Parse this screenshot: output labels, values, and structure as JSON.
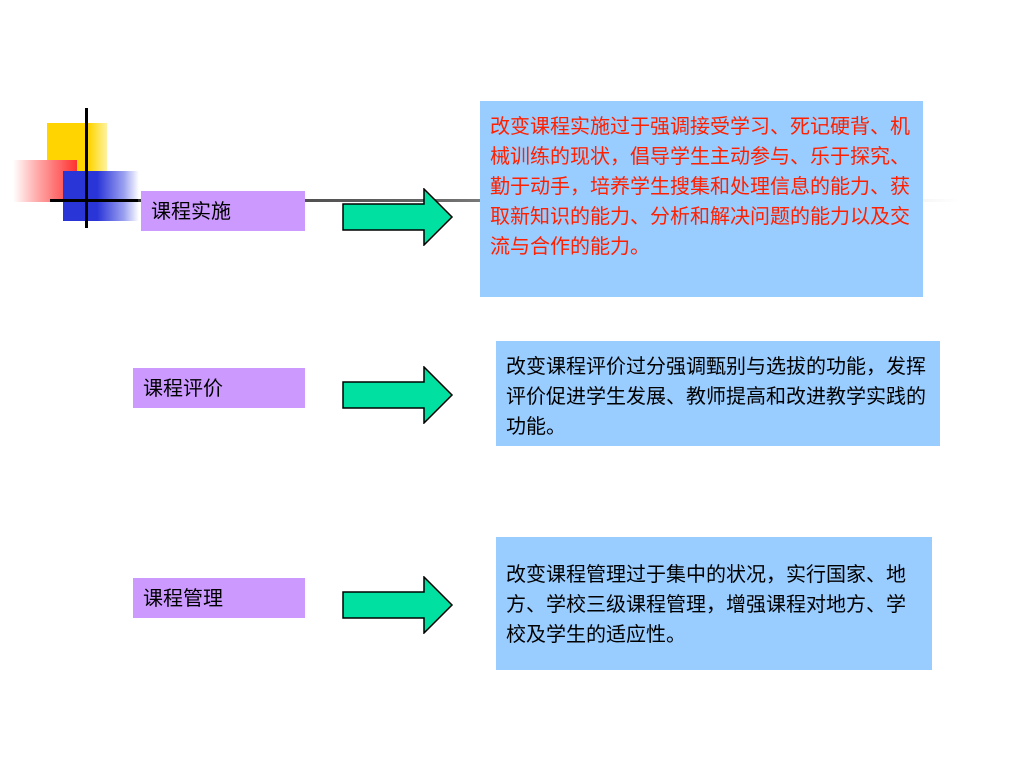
{
  "rows": [
    {
      "label": "课程实施",
      "description": "改变课程实施过于强调接受学习、死记硬背、机械训练的现状，倡导学生主动参与、乐于探究、勤于动手，培养学生搜集和处理信息的能力、获取新知识的能力、分析和解决问题的能力以及交流与合作的能力。"
    },
    {
      "label": "课程评价",
      "description": "改变课程评价过分强调甄别与选拔的功能，发挥评价促进学生发展、教师提高和改进教学实践的功能。"
    },
    {
      "label": "课程管理",
      "description": "改变课程管理过于集中的状况，实行国家、地方、学校三级课程管理，增强课程对地方、学校及学生的适应性。"
    }
  ],
  "colors": {
    "label_bg": "#cc99ff",
    "desc_bg": "#99ccff",
    "arrow_fill": "#00e0a0",
    "highlight_text": "#ff2000"
  }
}
